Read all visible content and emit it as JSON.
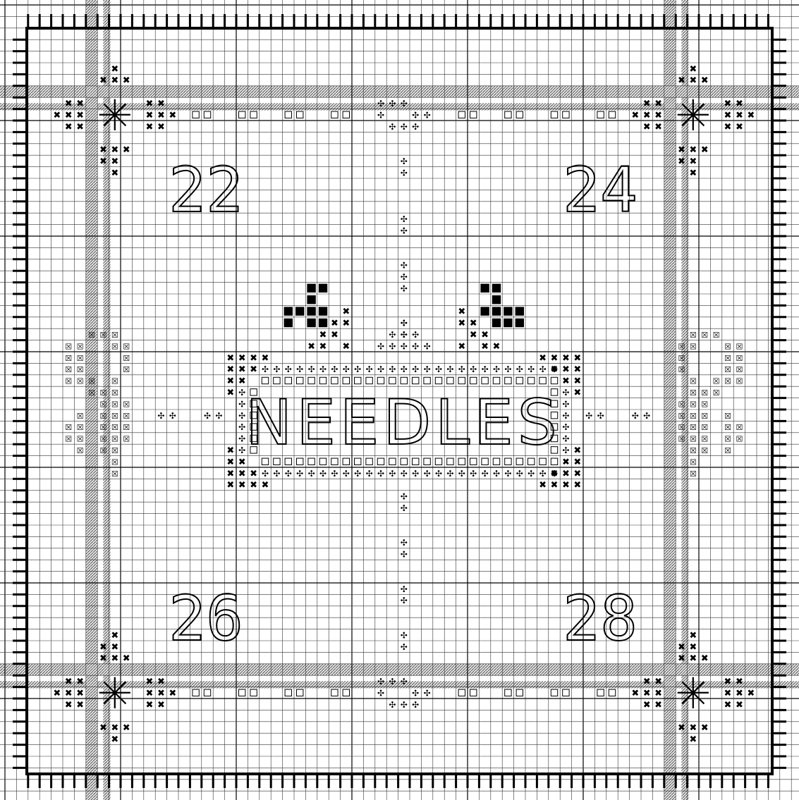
{
  "pattern": {
    "title": "NEEDLES",
    "size_labels": [
      "22",
      "24",
      "26",
      "28"
    ],
    "symbols": {
      "cross": "✖",
      "filled_square": "■",
      "open_square": "□",
      "plus_dots": "⁘",
      "small_cross": "☒"
    },
    "colors": {
      "grid_line": "#333333",
      "major_line": "#000000",
      "band_fill": "#bdbdbd",
      "background": "#ffffff",
      "ink": "#000000"
    }
  }
}
